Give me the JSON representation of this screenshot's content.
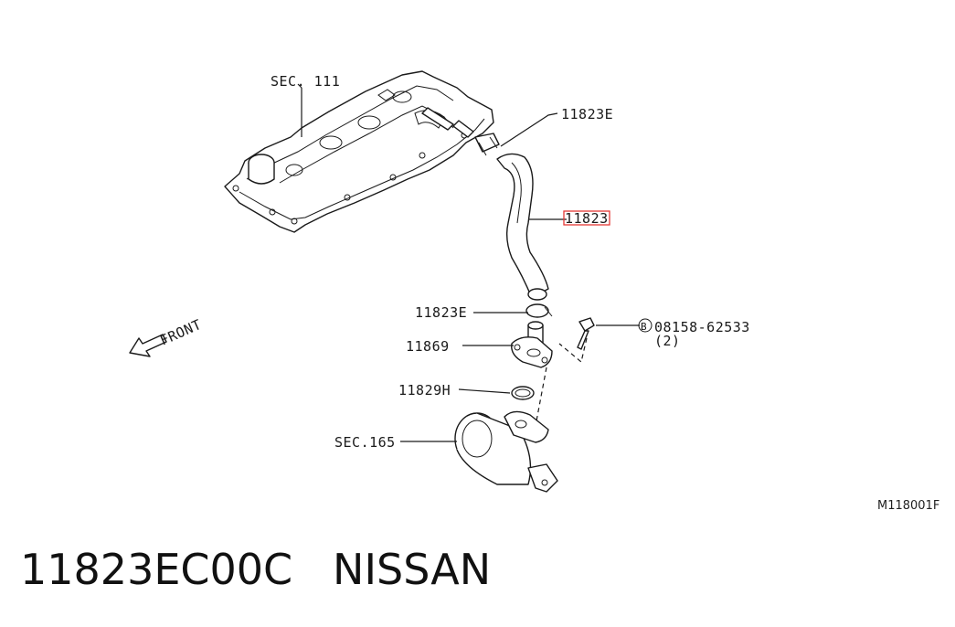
{
  "diagram": {
    "sec_111": "SEC. 111",
    "callout_11823E_top": "11823E",
    "callout_11823_highlight": "11823",
    "callout_11823E_mid": "11823E",
    "callout_11869": "11869",
    "callout_11829H": "11829H",
    "callout_sec_165": "SEC.165",
    "bolt_symbol": "B",
    "bolt_number": "08158-62533",
    "bolt_qty": "(2)",
    "front_label": "FRONT",
    "ref_code": "M118001F",
    "highlight_color": "#e53935"
  },
  "caption": {
    "part_number": "11823EC00C",
    "brand": "NISSAN"
  }
}
